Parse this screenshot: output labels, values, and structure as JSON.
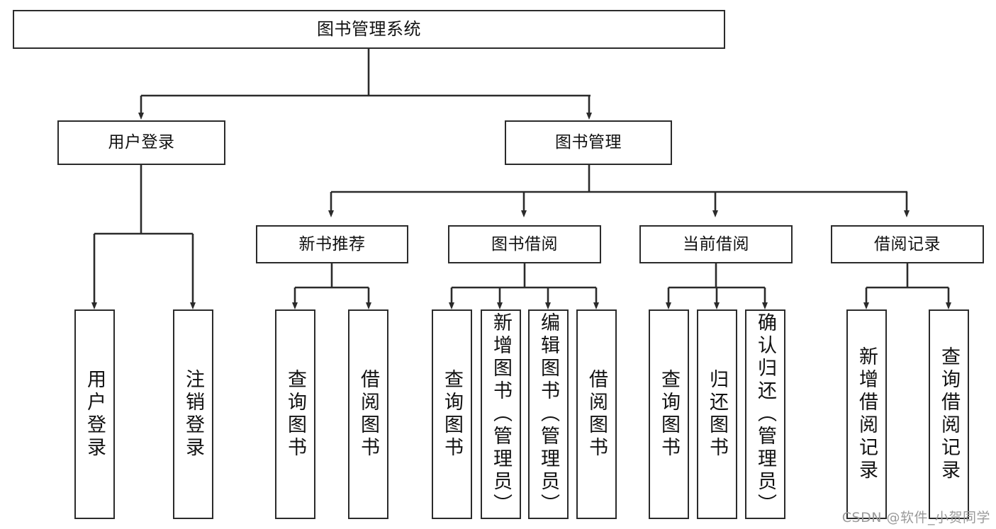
{
  "diagram": {
    "title": "图书管理系统",
    "type": "tree-hierarchy-chart",
    "root": {
      "id": "root",
      "label": "图书管理系统"
    },
    "level2": [
      {
        "id": "user-login",
        "label": "用户登录"
      },
      {
        "id": "book-management",
        "label": "图书管理"
      }
    ],
    "level3": [
      {
        "id": "new-book-recommend",
        "label": "新书推荐",
        "parent": "book-management"
      },
      {
        "id": "book-borrow",
        "label": "图书借阅",
        "parent": "book-management"
      },
      {
        "id": "current-borrow",
        "label": "当前借阅",
        "parent": "book-management"
      },
      {
        "id": "borrow-record",
        "label": "借阅记录",
        "parent": "book-management"
      }
    ],
    "leaves": [
      {
        "id": "leaf-user-login",
        "label": "用户登录",
        "parent": "user-login"
      },
      {
        "id": "leaf-logout",
        "label": "注销登录",
        "parent": "user-login"
      },
      {
        "id": "leaf-query-book-1",
        "label": "查询图书",
        "parent": "new-book-recommend"
      },
      {
        "id": "leaf-borrow-book-1",
        "label": "借阅图书",
        "parent": "new-book-recommend"
      },
      {
        "id": "leaf-query-book-2",
        "label": "查询图书",
        "parent": "book-borrow"
      },
      {
        "id": "leaf-add-book",
        "label": "新增图书（管理员）",
        "parent": "book-borrow"
      },
      {
        "id": "leaf-edit-book",
        "label": "编辑图书（管理员）",
        "parent": "book-borrow"
      },
      {
        "id": "leaf-borrow-book-2",
        "label": "借阅图书",
        "parent": "book-borrow"
      },
      {
        "id": "leaf-query-book-3",
        "label": "查询图书",
        "parent": "current-borrow"
      },
      {
        "id": "leaf-return-book",
        "label": "归还图书",
        "parent": "current-borrow"
      },
      {
        "id": "leaf-confirm-return",
        "label": "确认归还（管理员）",
        "parent": "current-borrow"
      },
      {
        "id": "leaf-add-record",
        "label": "新增借阅记录",
        "parent": "borrow-record"
      },
      {
        "id": "leaf-query-record",
        "label": "查询借阅记录",
        "parent": "borrow-record"
      }
    ],
    "colors": {
      "box_stroke": "#2b2b2b",
      "box_fill": "#ffffff",
      "connector": "#2b2b2b",
      "text": "#111111",
      "watermark": "#9a9a9a"
    }
  },
  "watermark": {
    "text": "CSDN @软件_小贺同学"
  }
}
